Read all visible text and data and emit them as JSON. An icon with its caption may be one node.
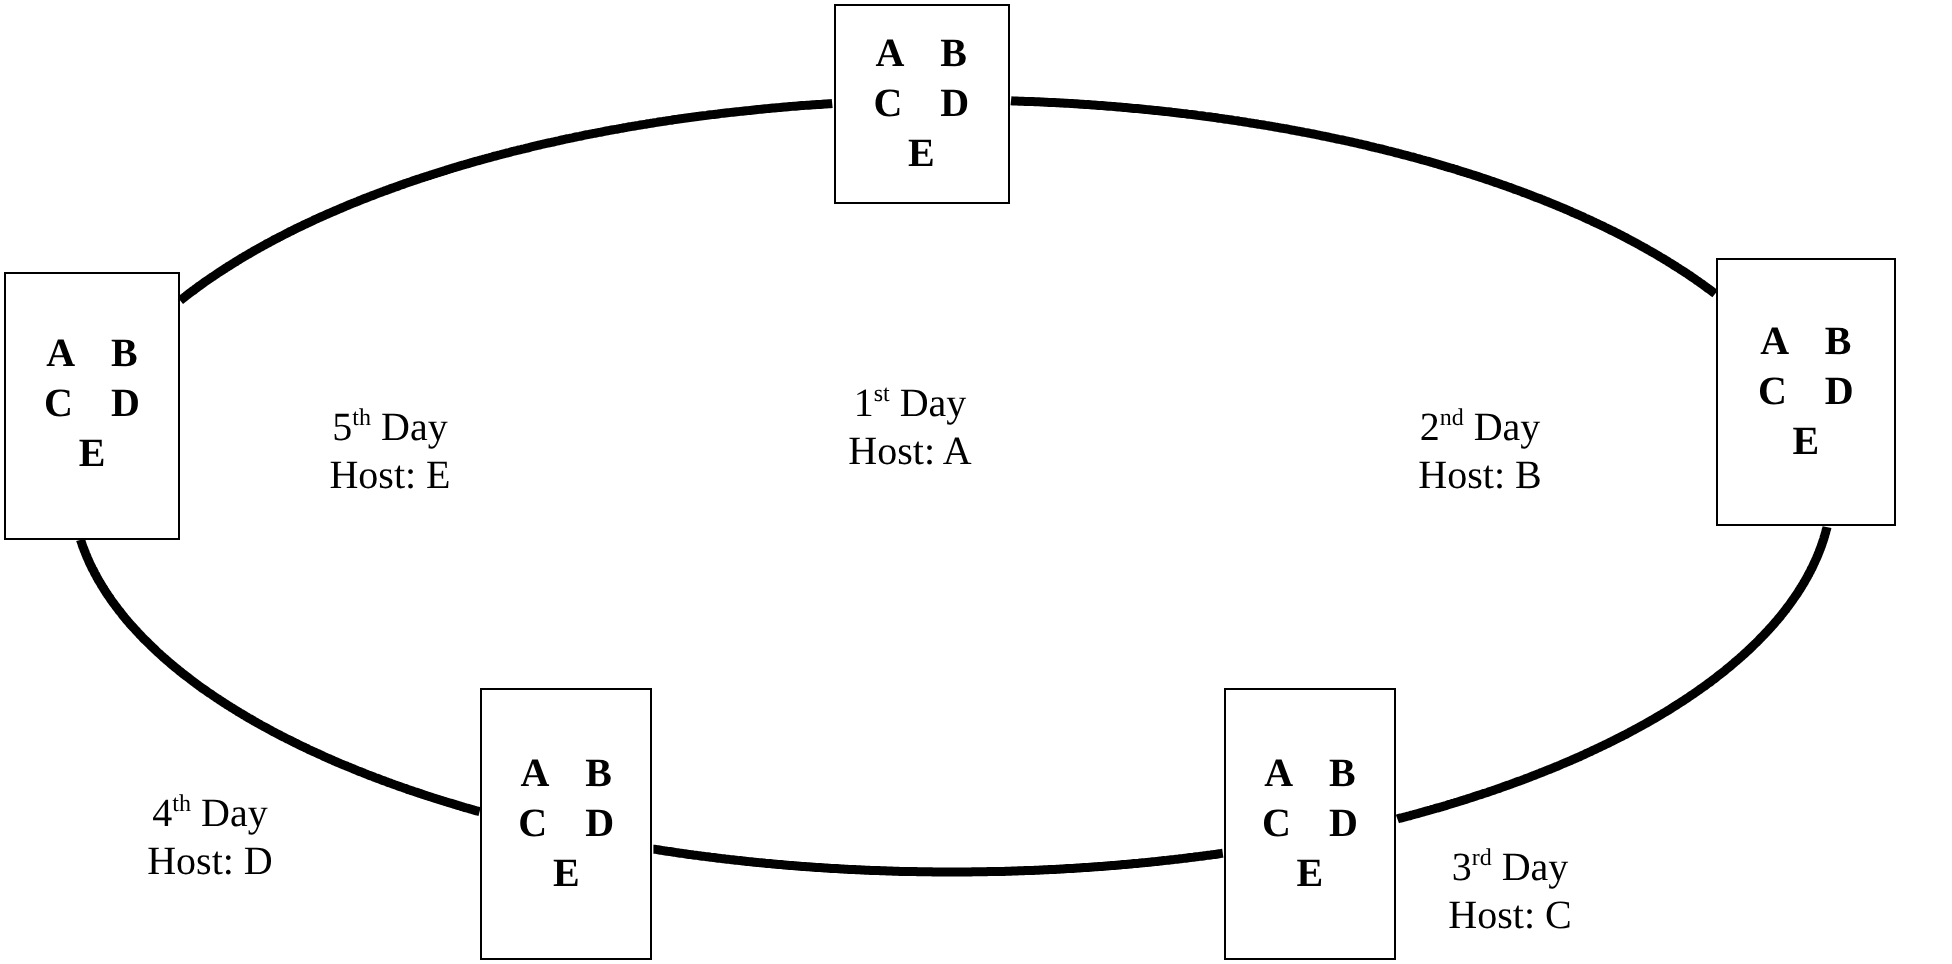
{
  "diagram": {
    "nodes": [
      {
        "text": [
          "A B C D E"
        ]
      },
      {
        "text": [
          "A B C D E"
        ]
      },
      {
        "text": [
          "A B C D E"
        ]
      },
      {
        "text": [
          "A B C D E"
        ]
      },
      {
        "text": [
          "A B C D E"
        ]
      }
    ],
    "edges": [
      {
        "from": 0,
        "to": 1,
        "arrow": "none"
      },
      {
        "from": 1,
        "to": 2,
        "arrow": "none"
      },
      {
        "from": 2,
        "to": 3,
        "arrow": "none"
      },
      {
        "from": 3,
        "to": 4,
        "arrow": "none"
      },
      {
        "from": 4,
        "to": 0,
        "arrow": "none"
      }
    ],
    "labels": [
      "1$^{st}$ Day Host: A",
      "5$^{th}$ Day Host: E",
      "2$^{nd}$ Day Host: B",
      "4$^{th}$ Day Host: D",
      "3$^{rd}$ Day Host: C"
    ]
  }
}
